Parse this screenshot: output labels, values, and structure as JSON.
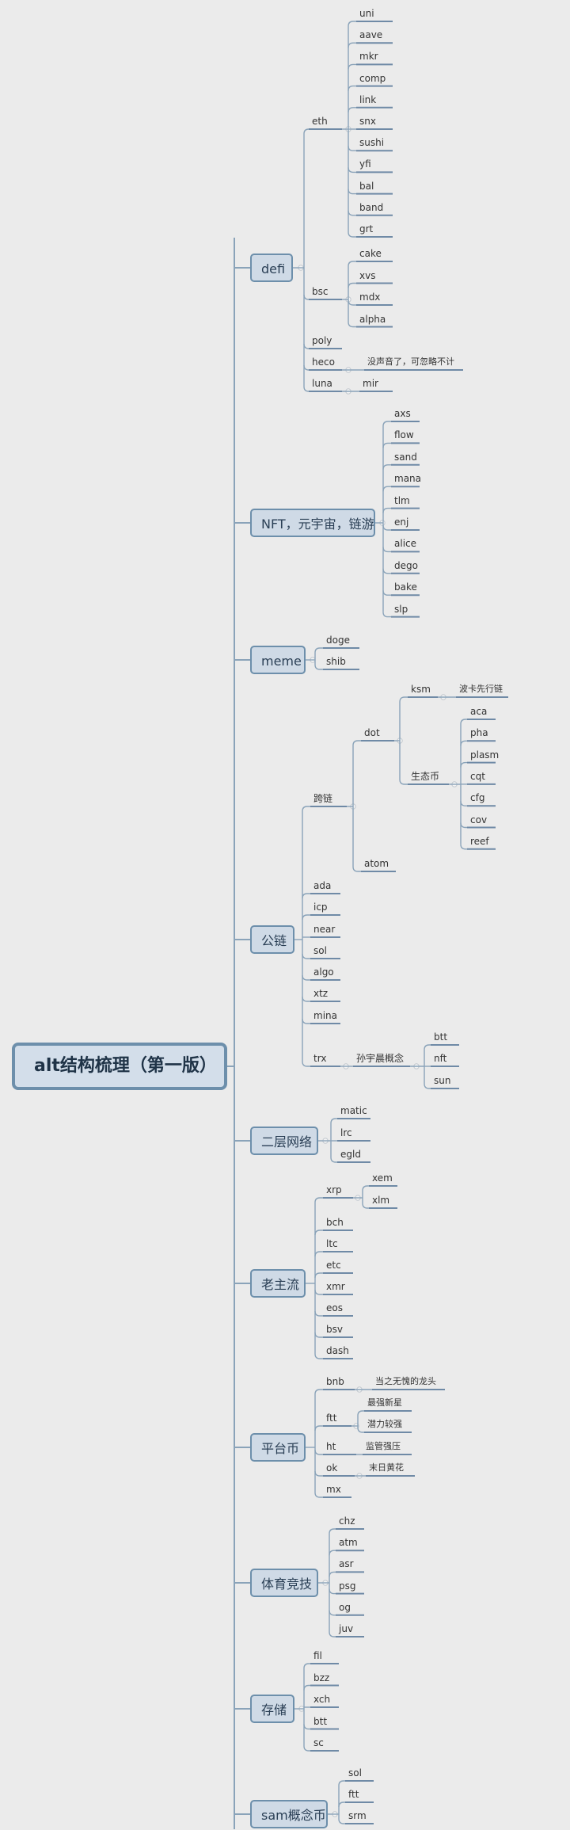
{
  "mindmap": {
    "root": "alt结构梳理（第一版）",
    "branches": [
      {
        "label": "defi",
        "children": [
          {
            "label": "eth",
            "children": [
              "uni",
              "aave",
              "mkr",
              "comp",
              "link",
              "snx",
              "sushi",
              "yfi",
              "bal",
              "band",
              "grt"
            ]
          },
          {
            "label": "bsc",
            "children": [
              "cake",
              "xvs",
              "mdx",
              "alpha"
            ]
          },
          {
            "label": "poly"
          },
          {
            "label": "heco",
            "note": "没声音了，可忽略不计"
          },
          {
            "label": "luna",
            "children": [
              "mir"
            ]
          }
        ]
      },
      {
        "label": "NFT，元宇宙，链游",
        "children": [
          "axs",
          "flow",
          "sand",
          "mana",
          "tlm",
          "enj",
          "alice",
          "dego",
          "bake",
          "slp"
        ]
      },
      {
        "label": "meme",
        "children": [
          "doge",
          "shib"
        ]
      },
      {
        "label": "公链",
        "children": [
          {
            "label": "跨链",
            "children": [
              {
                "label": "dot",
                "children": [
                  {
                    "label": "ksm",
                    "note": "波卡先行链"
                  },
                  {
                    "label": "生态币",
                    "children": [
                      "aca",
                      "pha",
                      "plasm",
                      "cqt",
                      "cfg",
                      "cov",
                      "reef"
                    ]
                  }
                ]
              },
              {
                "label": "atom"
              }
            ]
          },
          "ada",
          "icp",
          "near",
          "sol",
          "algo",
          "xtz",
          "mina",
          {
            "label": "trx",
            "children": [
              {
                "label": "孙宇晨概念",
                "children": [
                  "btt",
                  "nft",
                  "sun"
                ]
              }
            ]
          }
        ]
      },
      {
        "label": "二层网络",
        "children": [
          "matic",
          "lrc",
          "egld"
        ]
      },
      {
        "label": "老主流",
        "children": [
          {
            "label": "xrp",
            "children": [
              "xem",
              "xlm"
            ]
          },
          "bch",
          "ltc",
          "etc",
          "xmr",
          "eos",
          "bsv",
          "dash"
        ]
      },
      {
        "label": "平台币",
        "children": [
          {
            "label": "bnb",
            "note": "当之无愧的龙头"
          },
          {
            "label": "ftt",
            "notes": [
              "最强新星",
              "潜力较强"
            ]
          },
          {
            "label": "ht",
            "note": "监管强压"
          },
          {
            "label": "ok",
            "note": "末日黄花"
          },
          "mx"
        ]
      },
      {
        "label": "体育竞技",
        "children": [
          "chz",
          "atm",
          "asr",
          "psg",
          "og",
          "juv"
        ]
      },
      {
        "label": "存储",
        "children": [
          "fil",
          "bzz",
          "xch",
          "btt",
          "sc"
        ]
      },
      {
        "label": "sam概念币",
        "children": [
          "sol",
          "ftt",
          "srm"
        ]
      }
    ]
  },
  "colors": {
    "background": "#ebebeb",
    "line": "#8aa3b9",
    "underline": "#6f8aa6",
    "node_fill": "#cfdae6",
    "node_border": "#6d8fab",
    "text": "#333333"
  }
}
